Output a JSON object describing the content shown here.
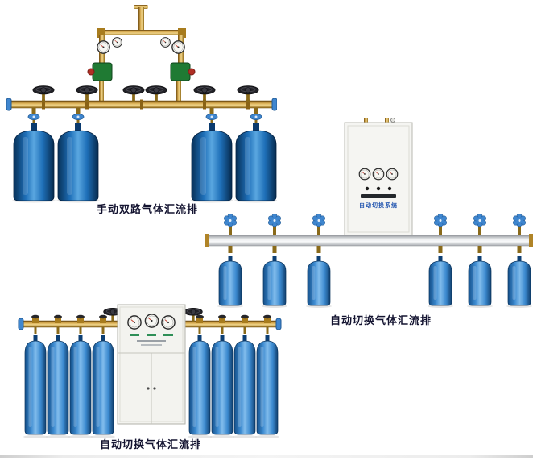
{
  "figures": {
    "manual_dual": {
      "caption": "手动双路气体汇流排"
    },
    "auto_right": {
      "caption": "自动切换气体汇流排",
      "cabinet_label": "自动切换系统"
    },
    "auto_bottom": {
      "caption": "自动切换气体汇流排"
    }
  },
  "colors": {
    "cylinder_blue": "#2f80c8",
    "brass": "#caa24a",
    "silver_pipe": "#eceeef",
    "caption_text": "#131330"
  }
}
